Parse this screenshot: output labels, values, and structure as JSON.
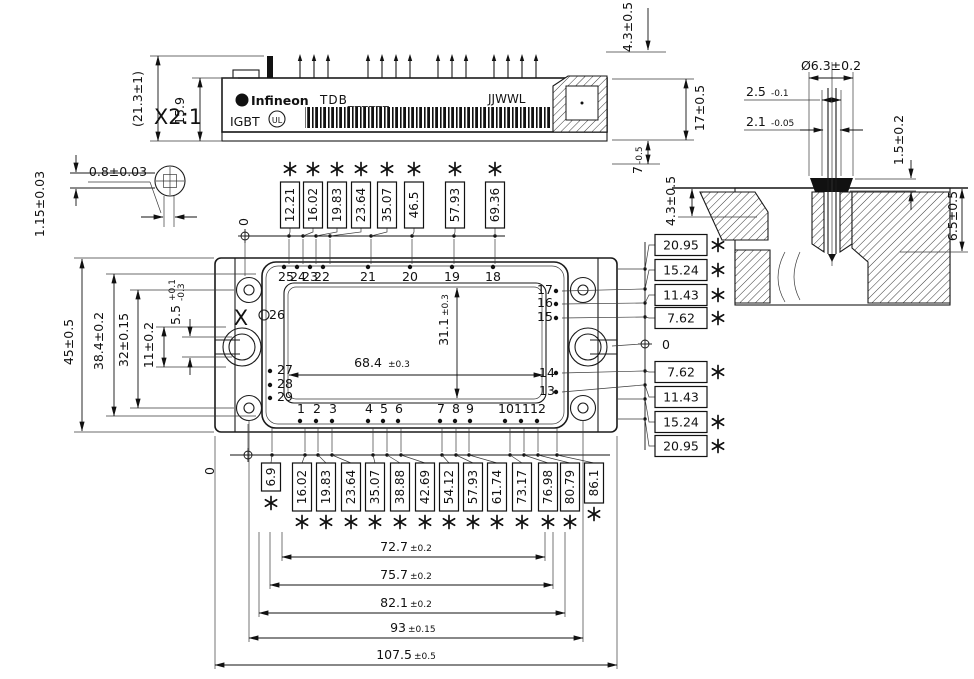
{
  "detail": {
    "scale_label": "X2:1",
    "marker": "X",
    "pin_width": "0.8±0.03",
    "pin_thickness": "1.15±0.03"
  },
  "side": {
    "brand": "Infineon",
    "part_code": "TDB______",
    "product": "IGBT",
    "cert_mark": "UL",
    "date_code": "JJWWL",
    "total_height": "(21.3±1)",
    "case_height": "15.9",
    "pin_length": "4.3±0.5",
    "mount_height": "17±0.5",
    "standoff": {
      "val": "7",
      "tol": "-0.5"
    }
  },
  "section": {
    "bushing_dia": "Ø6.3±0.2",
    "bore_top": {
      "val": "2.5",
      "tol": "-0.1"
    },
    "bore": {
      "val": "2.1",
      "tol": "-0.05"
    },
    "collar_height": "1.5±0.2",
    "depth_left": "4.3±0.5",
    "depth_right": "6.5±0.5"
  },
  "plan": {
    "datum": "0",
    "cavity_width": {
      "val": "68.4",
      "tol": "±0.3"
    },
    "cavity_height": {
      "val": "31.1",
      "tol": "±0.3"
    },
    "flange_height": "45±0.5",
    "case_height": "38.4±0.2",
    "hole_pitch": "32±0.15",
    "slot_length": "11±0.2",
    "slot_width": {
      "val": "5.5",
      "tol_plus": "+0.1",
      "tol_minus": "-0.3"
    },
    "pins_top": [
      "25",
      "24",
      "23",
      "22",
      "21",
      "20",
      "19",
      "18"
    ],
    "pins_right": [
      "17",
      "16",
      "15",
      "14",
      "13"
    ],
    "pins_left": [
      "26",
      "27",
      "28",
      "29"
    ],
    "pins_bottom": [
      "1",
      "2",
      "3",
      "4",
      "5",
      "6",
      "7",
      "8",
      "9",
      "10",
      "11",
      "12"
    ]
  },
  "ord": {
    "top": [
      "12.21",
      "16.02",
      "19.83",
      "23.64",
      "35.07",
      "46.5",
      "57.93",
      "69.36"
    ],
    "right_upper": [
      "20.95",
      "15.24",
      "11.43",
      "7.62"
    ],
    "right_lower": [
      "7.62",
      "11.43",
      "15.24",
      "20.95"
    ],
    "bottom": [
      "6.9",
      "16.02",
      "19.83",
      "23.64",
      "35.07",
      "38.88",
      "42.69",
      "54.12",
      "57.93",
      "61.74",
      "73.17",
      "76.98",
      "80.79",
      "86.1"
    ]
  },
  "chain": [
    {
      "val": "72.7",
      "tol": "±0.2"
    },
    {
      "val": "75.7",
      "tol": "±0.2"
    },
    {
      "val": "82.1",
      "tol": "±0.2"
    },
    {
      "val": "93",
      "tol": "±0.15"
    },
    {
      "val": "107.5",
      "tol": "±0.5"
    }
  ]
}
